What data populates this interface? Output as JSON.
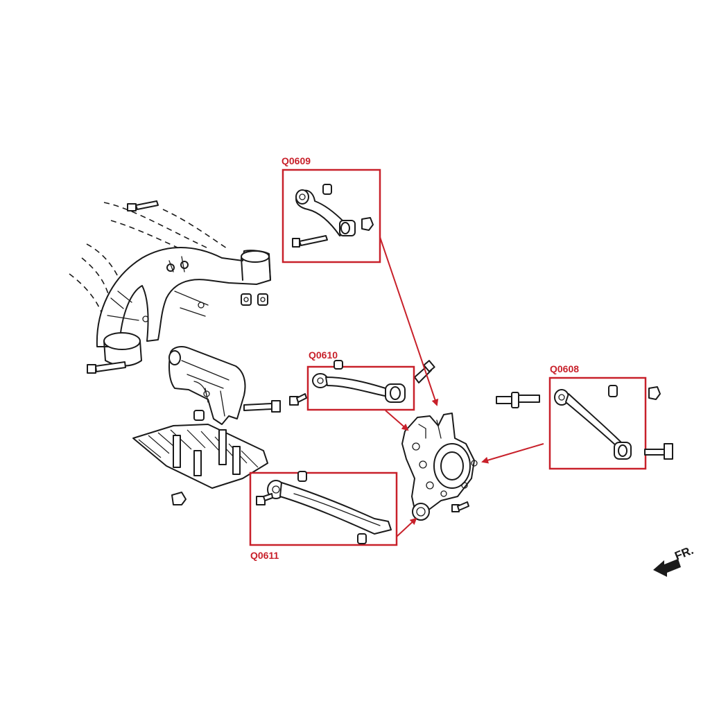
{
  "colors": {
    "callout": "#c8202a",
    "ink": "#1a1a1a",
    "background": "#ffffff"
  },
  "parts": [
    {
      "code": "Q0609"
    },
    {
      "code": "Q0610"
    },
    {
      "code": "Q0608"
    },
    {
      "code": "Q0611"
    }
  ],
  "direction": {
    "label": "FR."
  }
}
